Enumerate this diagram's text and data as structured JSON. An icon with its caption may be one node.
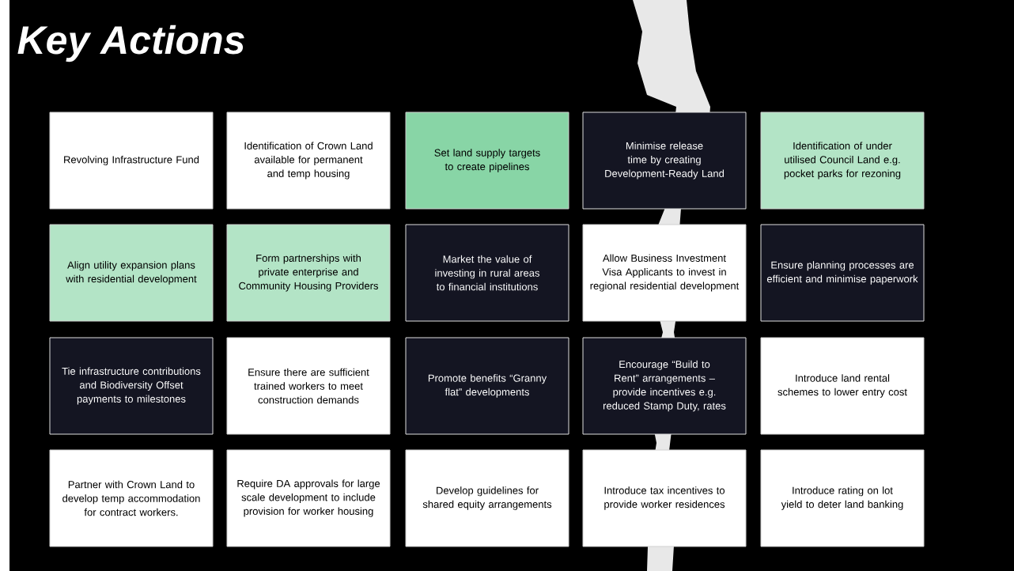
{
  "diagram": {
    "title": "Key Actions",
    "nodes": [
      {
        "text": [
          "Revolving Infrastructure Fund"
        ]
      },
      {
        "text": [
          "Identification of Crown Land available for permanent and temp housing"
        ]
      },
      {
        "text": [
          "Set land supply targets to create pipelines"
        ]
      },
      {
        "text": [
          "Minimise release time by creating Development-Ready Land"
        ]
      },
      {
        "text": [
          "Identification of under utilised Council Land e.g. pocket parks for rezoning"
        ]
      },
      {
        "text": [
          "Align utility expansion plans with residential development"
        ]
      },
      {
        "text": [
          "Form partnerships with private enterprise and Community Housing Providers"
        ]
      },
      {
        "text": [
          "Market the value of investing in rural areas to financial institutions"
        ]
      },
      {
        "text": [
          "Allow Business Investment Visa Applicants to invest in regional residential development"
        ]
      },
      {
        "text": [
          "Ensure planning processes are efficient and minimise paperwork"
        ]
      },
      {
        "text": [
          "Tie infrastructure contributions and Biodiversity Offset payments to milestones"
        ]
      },
      {
        "text": [
          "Ensure there are sufficient trained workers to meet construction demands"
        ]
      },
      {
        "text": [
          "Promote benefits “Granny flat” developments"
        ]
      },
      {
        "text": [
          "Encourage “Build to Rent” arrangements – provide incentives e.g. reduced Stamp Duty, rates"
        ]
      },
      {
        "text": [
          "Introduce land rental schemes to lower entry cost"
        ]
      },
      {
        "text": [
          "Partner with Crown Land to develop temp accommodation for contract workers."
        ]
      },
      {
        "text": [
          "Require DA approvals for large scale development to include provision for worker housing"
        ]
      },
      {
        "text": [
          "Develop guidelines for shared equity arrangements"
        ]
      },
      {
        "text": [
          "Introduce tax incentives to provide worker residences"
        ]
      },
      {
        "text": [
          "Introduce rating on lot yield to deter land banking"
        ]
      }
    ]
  }
}
